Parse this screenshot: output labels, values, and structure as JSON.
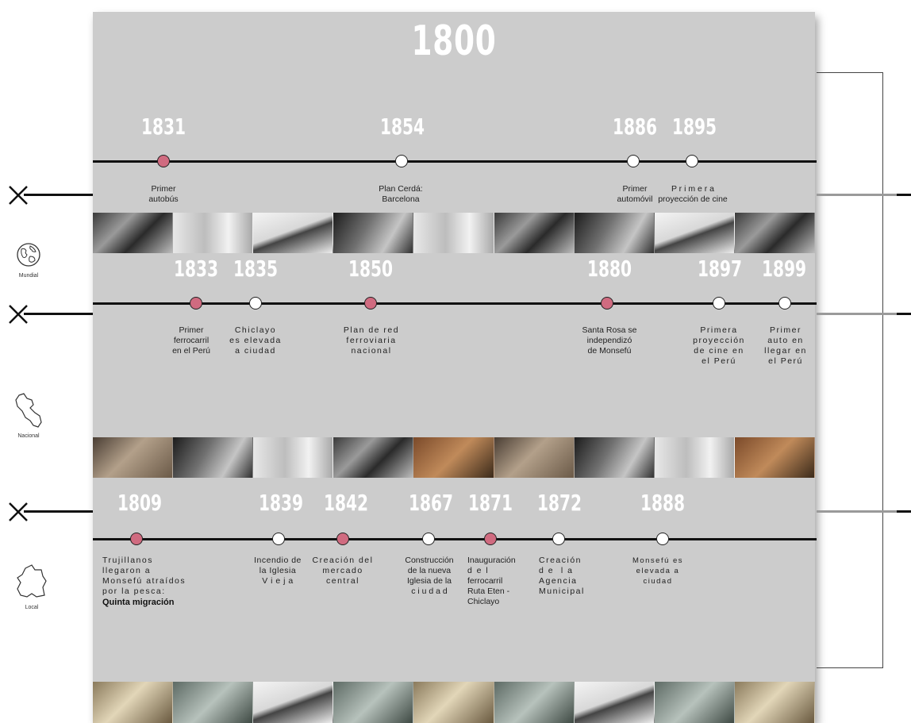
{
  "title": "1800",
  "left_axis": {
    "mundial_label": "Mundial",
    "nacional_label": "Nacional",
    "local_label": "Local"
  },
  "mundial": {
    "events": [
      {
        "year": "1831",
        "label": "Primer\nautobús",
        "dot": "red"
      },
      {
        "year": "1854",
        "label": "Plan Cerdá:\nBarcelona",
        "dot": "white"
      },
      {
        "year": "1886",
        "label": "Primer\nautomóvil",
        "dot": "white"
      },
      {
        "year": "1895",
        "label": "P r i m e r a\nproyección de cine",
        "dot": "white"
      }
    ]
  },
  "nacional": {
    "events": [
      {
        "year": "1833",
        "label": "Primer\nferrocarril\nen el Perú",
        "dot": "red"
      },
      {
        "year": "1835",
        "label": "Chiclayo\nes elevada\na ciudad",
        "dot": "white"
      },
      {
        "year": "1850",
        "label": "Plan de red\nferroviaria\nnacional",
        "dot": "red"
      },
      {
        "year": "1880",
        "label": "Santa Rosa se\nindependizó\nde Monsefú",
        "dot": "red"
      },
      {
        "year": "1897",
        "label": "Primera\nproyección\nde cine en\nel Perú",
        "dot": "white"
      },
      {
        "year": "1899",
        "label": "Primer\nauto en\nllegar en\nel Perú",
        "dot": "white"
      }
    ]
  },
  "local": {
    "events": [
      {
        "year": "1809",
        "label": "Trujillanos\nllegaron a\nMonsefú atraídos\npor la pesca:",
        "bold": "Quinta migración",
        "dot": "red"
      },
      {
        "year": "1839",
        "label": "Incendio de\nla Iglesia\nV i e j a",
        "dot": "white"
      },
      {
        "year": "1842",
        "label": "Creación del\nmercado\ncentral",
        "dot": "red"
      },
      {
        "year": "1867",
        "label": "Construcción\nde la nueva\nIglesia de la\nc i u d a d",
        "dot": "white"
      },
      {
        "year": "1871",
        "label": "Inauguración\nd  e  l\nferrocarril\nRuta Eten -\nChiclayo",
        "dot": "red"
      },
      {
        "year": "1872",
        "label": "Creación\nd e  l a\nAgencia\nMunicipal",
        "dot": "white"
      },
      {
        "year": "1888",
        "label": "Monsefú es\nelevada a\nciudad",
        "dot": "white"
      }
    ]
  },
  "colors": {
    "panel": "#cccccc",
    "dot_red": "#d06b80",
    "dot_white": "#ffffff",
    "line": "#111111"
  }
}
